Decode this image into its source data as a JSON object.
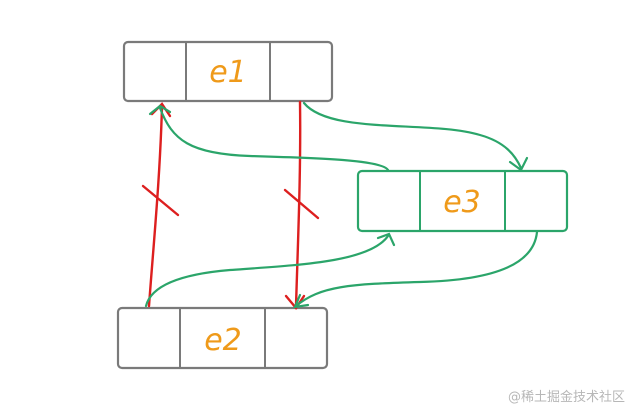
{
  "nodes": [
    {
      "id": "e1",
      "label": "e1"
    },
    {
      "id": "e2",
      "label": "e2"
    },
    {
      "id": "e3",
      "label": "e3"
    }
  ],
  "edges": [
    {
      "from": "e2",
      "to": "e1",
      "status": "removed"
    },
    {
      "from": "e1",
      "to": "e2",
      "status": "removed"
    },
    {
      "from": "e1",
      "to": "e3",
      "status": "added"
    },
    {
      "from": "e3",
      "to": "e1",
      "status": "added"
    },
    {
      "from": "e2",
      "to": "e3",
      "status": "added"
    },
    {
      "from": "e3",
      "to": "e2",
      "status": "added"
    }
  ],
  "colors": {
    "node_border": "#7a7a7a",
    "node_border_highlight": "#2ba56a",
    "label": "#ef9a1a",
    "edge_removed": "#dd1f1f",
    "edge_added": "#2ba56a"
  },
  "watermark": "@稀土掘金技术社区"
}
